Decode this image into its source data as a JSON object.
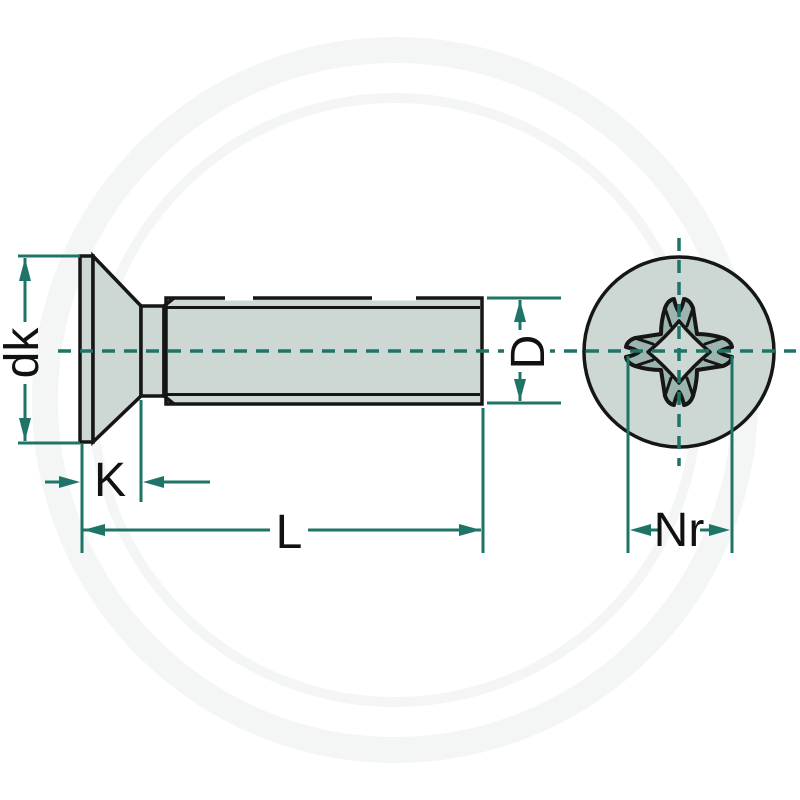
{
  "dimension_labels": {
    "head_diameter": "dk",
    "head_height": "K",
    "total_length": "L",
    "thread_diameter": "D",
    "recess_size": "Nr"
  },
  "colors": {
    "dimension_teal": "#1e7466",
    "outline_black": "#161616",
    "metal_fill": "#cdd8d4",
    "recess_shade": "#9cb6af",
    "watermark_gray": "#f3f6f5",
    "background": "#ffffff"
  }
}
